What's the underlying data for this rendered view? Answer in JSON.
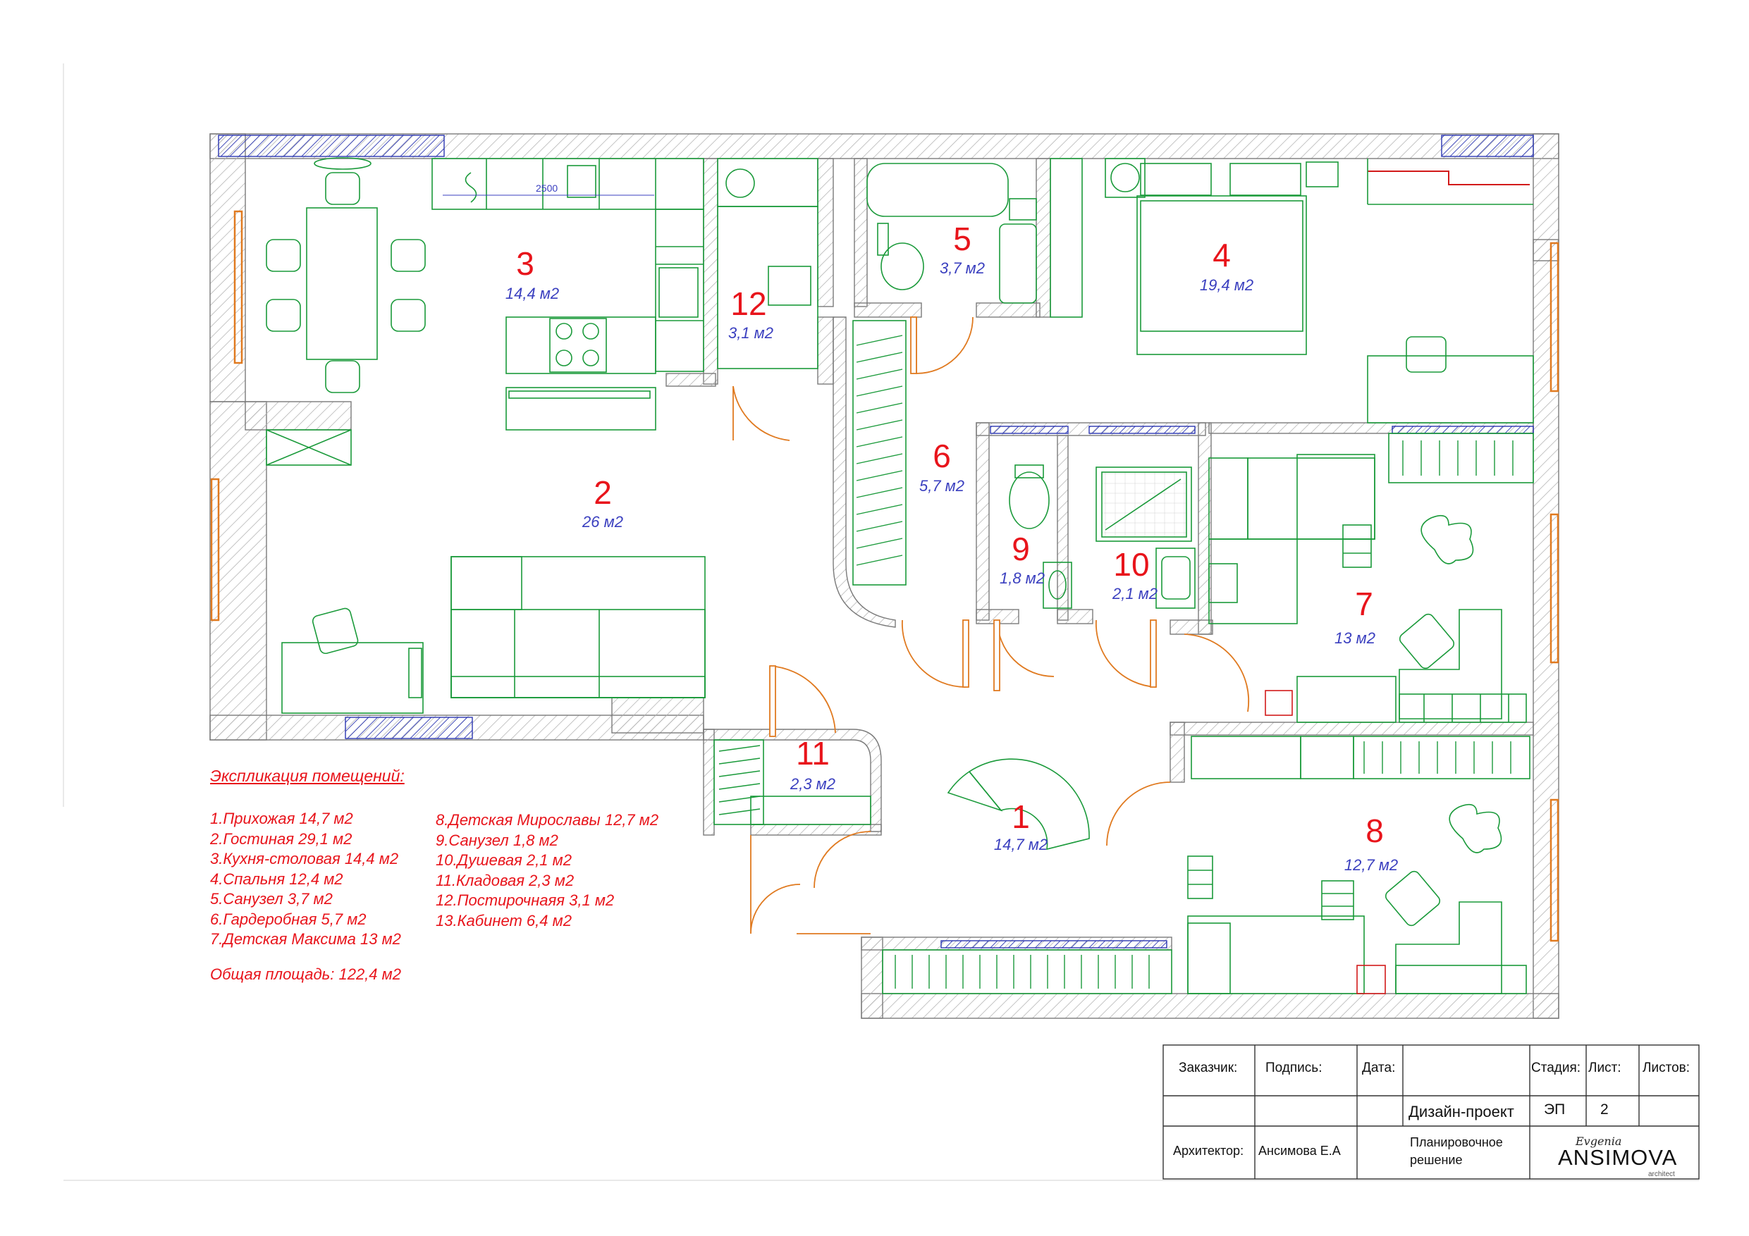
{
  "rooms": [
    {
      "num": "1",
      "area": "14,7 м2"
    },
    {
      "num": "2",
      "area": "26 м2"
    },
    {
      "num": "3",
      "area": "14,4 м2"
    },
    {
      "num": "4",
      "area": "19,4 м2"
    },
    {
      "num": "5",
      "area": "3,7 м2"
    },
    {
      "num": "6",
      "area": "5,7 м2"
    },
    {
      "num": "7",
      "area": "13 м2"
    },
    {
      "num": "8",
      "area": "12,7 м2"
    },
    {
      "num": "9",
      "area": "1,8 м2"
    },
    {
      "num": "10",
      "area": "2,1 м2"
    },
    {
      "num": "11",
      "area": "2,3 м2"
    },
    {
      "num": "12",
      "area": "3,1 м2"
    }
  ],
  "dimension_label": "2500",
  "explication": {
    "title": "Экспликация помещений:",
    "col1": [
      "1.Прихожая 14,7 м2",
      "2.Гостиная 29,1 м2",
      "3.Кухня-столовая 14,4 м2",
      "4.Спальня 12,4 м2",
      "5.Санузел 3,7 м2",
      "6.Гардеробная 5,7 м2",
      "7.Детская Максима 13 м2"
    ],
    "col2": [
      "8.Детская Мирославы 12,7 м2",
      "9.Санузел 1,8 м2",
      "10.Душевая 2,1 м2",
      "11.Кладовая 2,3 м2",
      "12.Постирочнаяя 3,1 м2",
      "13.Кабинет 6,4 м2"
    ],
    "total": "Общая площадь: 122,4 м2"
  },
  "title_block": {
    "customer_label": "Заказчик:",
    "signature_label": "Подпись:",
    "date_label": "Дата:",
    "stage_label": "Стадия:",
    "sheet_label": "Лист:",
    "sheets_label": "Листов:",
    "project_type": "Дизайн-проект",
    "stage_value": "ЭП",
    "sheet_value": "2",
    "architect_label": "Архитектор:",
    "architect_name": "Ансимова Е.А",
    "drawing_title_line1": "Планировочное",
    "drawing_title_line2": "решение",
    "logo_script": "Evgenia",
    "logo_main": "ANSIMOVA",
    "logo_sub": "architect"
  },
  "colors": {
    "room_number": "#e8141b",
    "room_area": "#3a3fbf",
    "furniture": "#1a9a3a",
    "doors": "#e07a20",
    "wall_hatch": "#b0b0b0",
    "window_hatch": "#2a35b0",
    "legend_text": "#e8141b"
  }
}
